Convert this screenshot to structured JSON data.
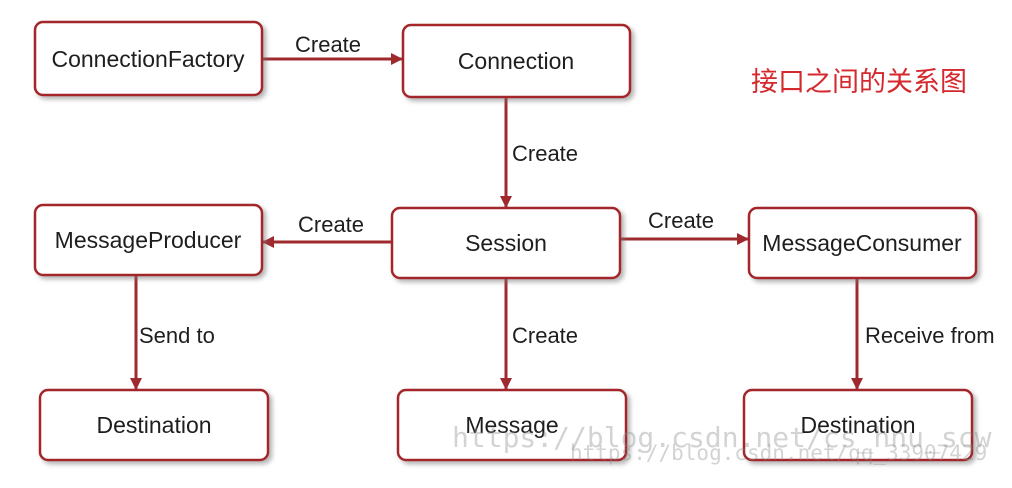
{
  "diagram": {
    "title": "接口之间的关系图",
    "nodes": [
      {
        "label": "ConnectionFactory"
      },
      {
        "label": "Connection"
      },
      {
        "label": "MessageProducer"
      },
      {
        "label": "Session"
      },
      {
        "label": "MessageConsumer"
      },
      {
        "label": "Destination"
      },
      {
        "label": "Message"
      },
      {
        "label": "Destination"
      }
    ],
    "edges": [
      {
        "from": 0,
        "to": 1,
        "label": "Create"
      },
      {
        "from": 1,
        "to": 3,
        "label": "Create"
      },
      {
        "from": 3,
        "to": 2,
        "label": "Create"
      },
      {
        "from": 3,
        "to": 4,
        "label": "Create"
      },
      {
        "from": 2,
        "to": 5,
        "label": "Send to"
      },
      {
        "from": 3,
        "to": 6,
        "label": "Create"
      },
      {
        "from": 4,
        "to": 7,
        "label": "Receive from"
      }
    ]
  },
  "watermark": [
    "https://blog.csdn.net/cs_hnu_scw",
    "https://blog.csdn.net/qq_33907429"
  ],
  "colors": {
    "box_border": "#a3262b",
    "arrow": "#9f2a2e",
    "title": "#d4282c",
    "text": "#1e1e1e",
    "background": "#ffffff"
  }
}
